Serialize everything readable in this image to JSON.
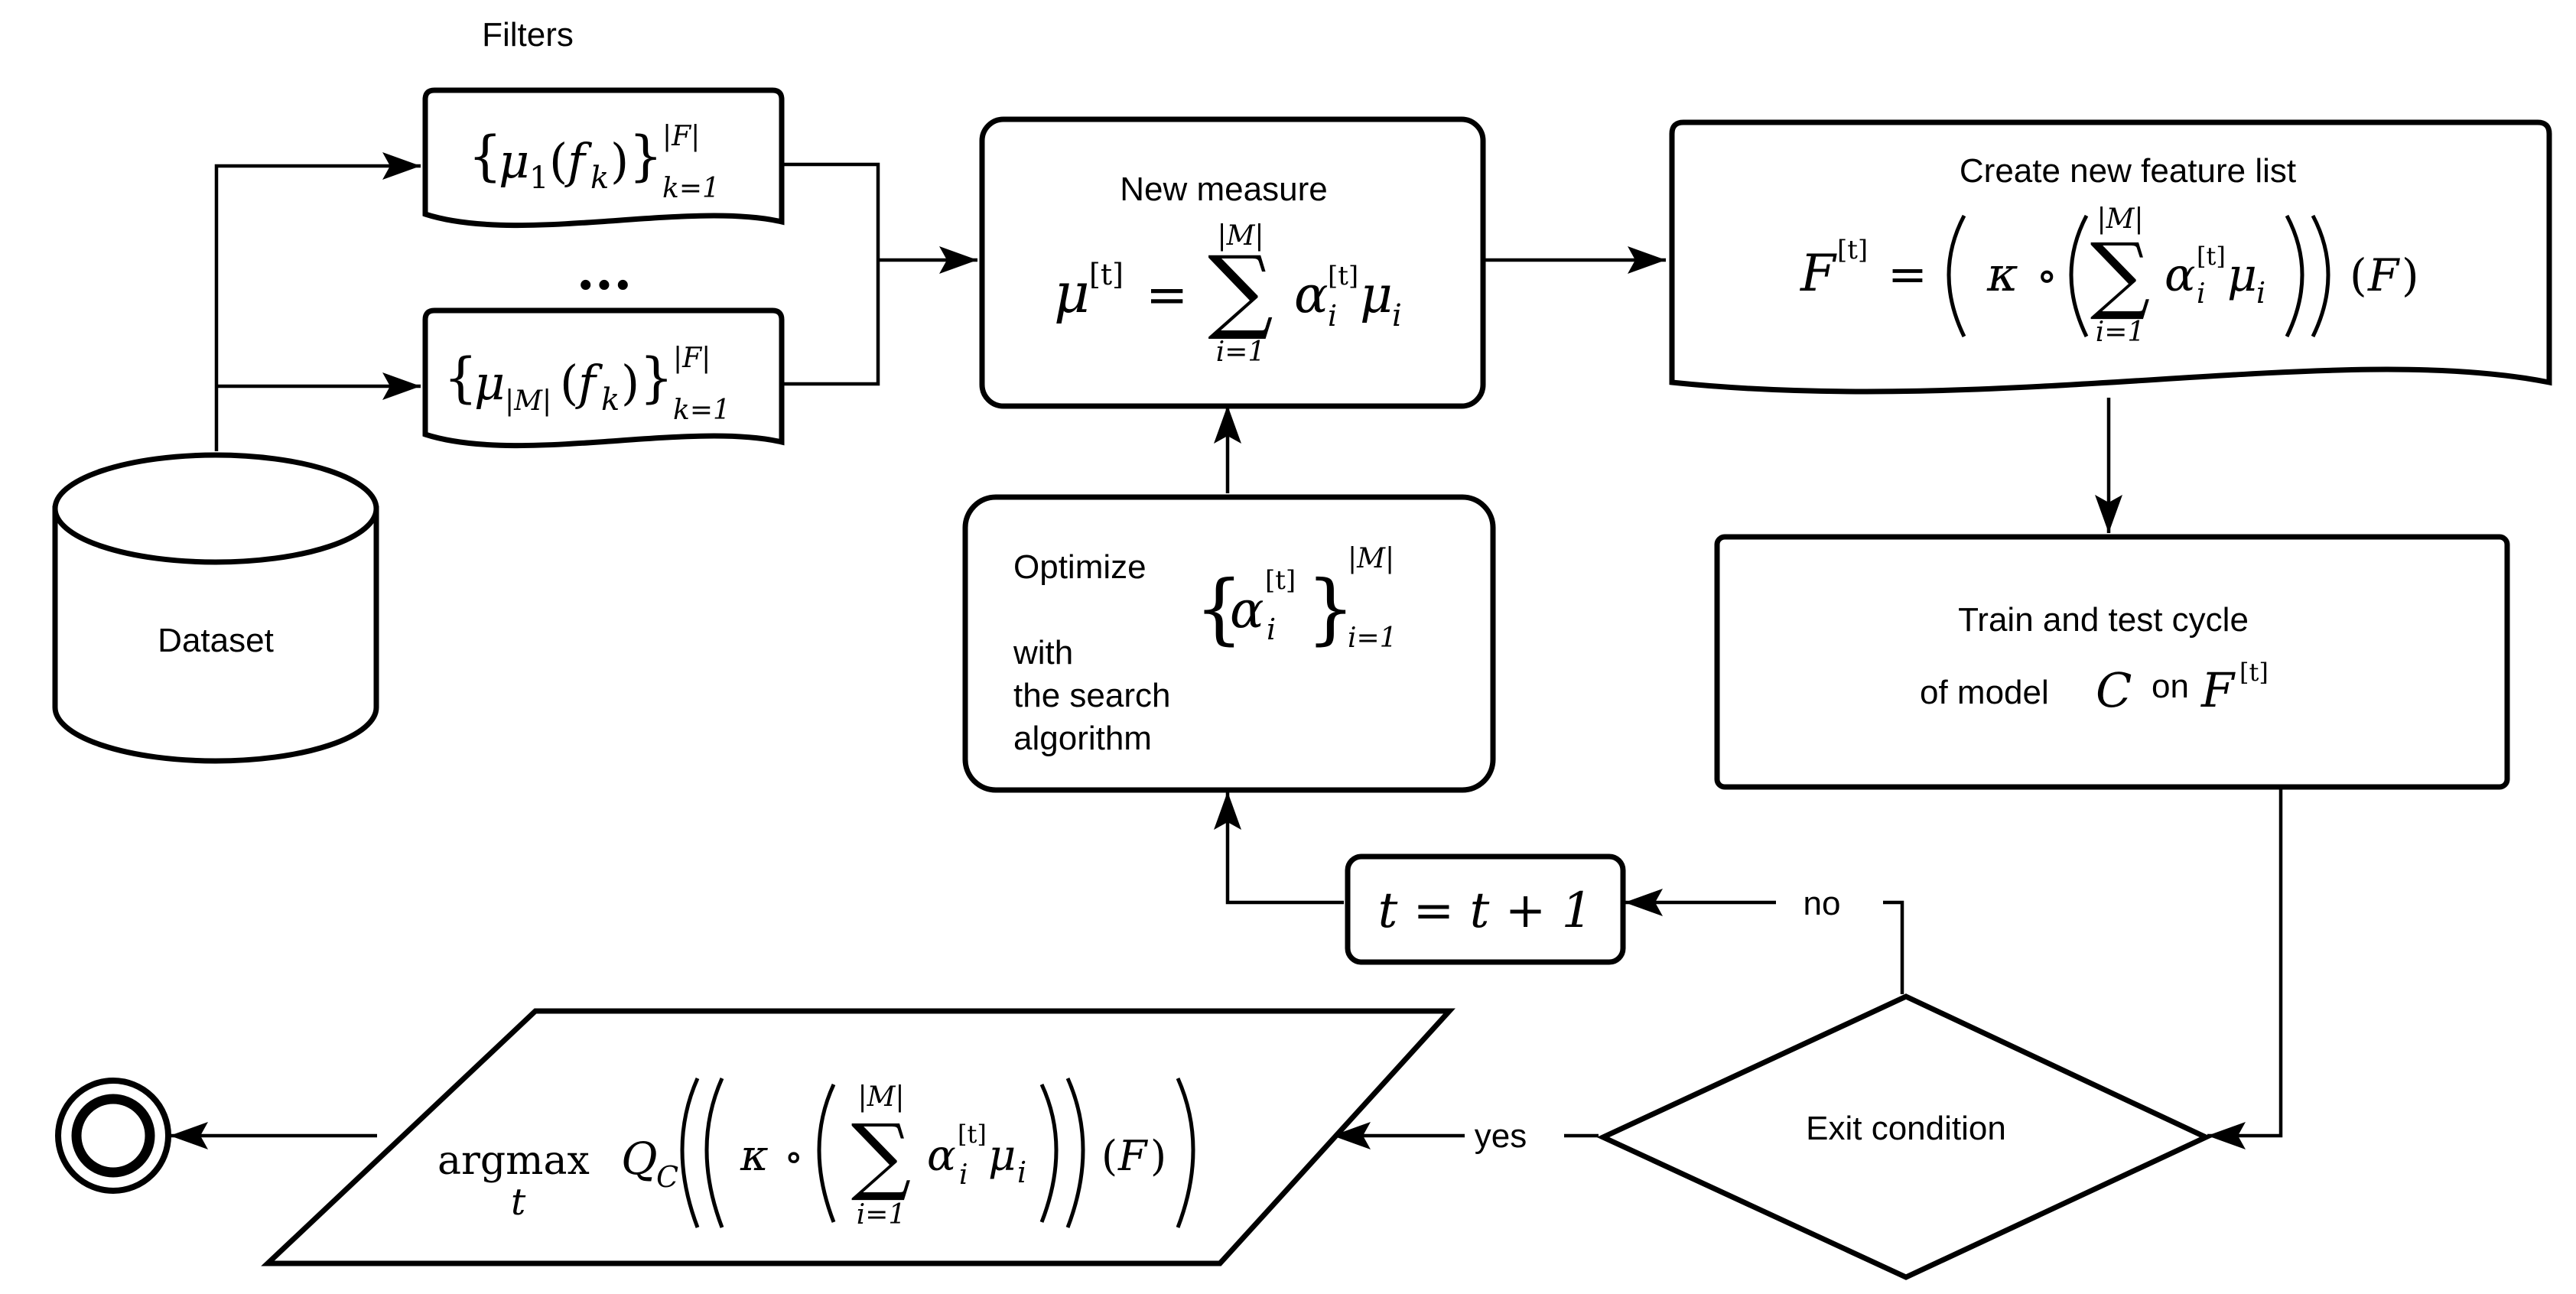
{
  "labels": {
    "filters": "Filters",
    "dataset": "Dataset",
    "new_measure": "New measure",
    "create_feature_list": "Create new feature list",
    "optimize": "Optimize",
    "with": "with",
    "search_line1": "the search",
    "search_line2": "algorithm",
    "train_line1": "Train and test cycle",
    "train_of_model": "of model",
    "train_on": "on",
    "exit_condition": "Exit condition",
    "no": "no",
    "yes": "yes",
    "ellipsis": "..."
  },
  "math": {
    "mu": "μ",
    "one": "1",
    "f_k": "f",
    "k": "k",
    "k_eq_1": "k=1",
    "F_abs": "|F|",
    "M_abs": "|M|",
    "t_sup": "[t]",
    "i_eq_1": "i=1",
    "sigma": "∑",
    "alpha": "α",
    "i": "i",
    "kappa": "κ",
    "circ": "∘",
    "F": "F",
    "C": "C",
    "eq": "=",
    "t_update": "t = t + 1",
    "argmax": "argmax",
    "t_sub": "t",
    "Q": "Q"
  },
  "icons": [
    "database-icon",
    "end-state-icon"
  ]
}
